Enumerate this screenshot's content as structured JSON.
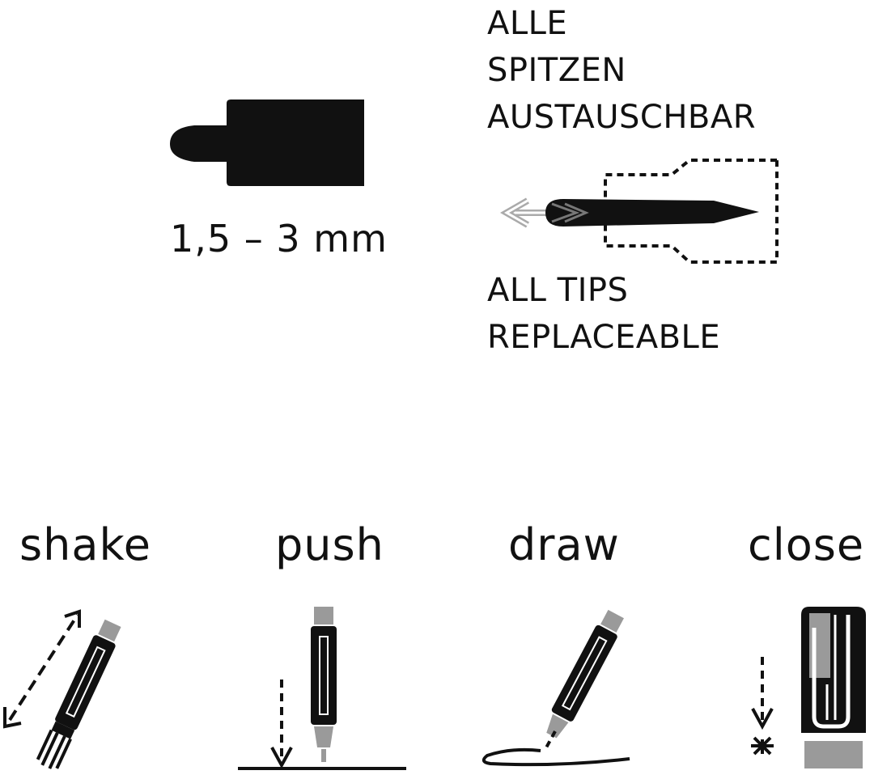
{
  "tip_size": "1,5 – 3 mm",
  "replace_de": [
    "ALLE",
    "SPITZEN",
    "AUSTAUSCHBAR"
  ],
  "replace_en": [
    "ALL TIPS",
    "REPLACEABLE"
  ],
  "steps": [
    {
      "label": "shake",
      "icon": "shake-marker-icon"
    },
    {
      "label": "push",
      "icon": "push-marker-icon"
    },
    {
      "label": "draw",
      "icon": "draw-marker-icon"
    },
    {
      "label": "close",
      "icon": "close-cap-icon"
    }
  ],
  "colors": {
    "ink": "#111111",
    "tip_grey": "#9a9a9a",
    "background": "#ffffff"
  }
}
